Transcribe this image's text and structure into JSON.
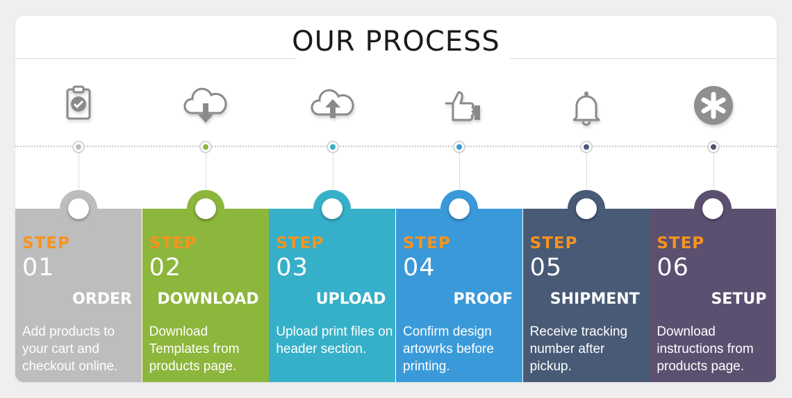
{
  "title": "OUR PROCESS",
  "steps": [
    {
      "step_label": "STEP",
      "number": "01",
      "name": "ORDER",
      "description": "Add products to your cart and checkout online.",
      "icon": "clipboard-check-icon",
      "color": "#bdbdbd"
    },
    {
      "step_label": "STEP",
      "number": "02",
      "name": "DOWNLOAD",
      "description": "Download Templates from products page.",
      "icon": "cloud-download-icon",
      "color": "#8cb63c"
    },
    {
      "step_label": "STEP",
      "number": "03",
      "name": "UPLOAD",
      "description": "Upload print files on header section.",
      "icon": "cloud-upload-icon",
      "color": "#36b0c9"
    },
    {
      "step_label": "STEP",
      "number": "04",
      "name": "PROOF",
      "description": "Confirm design artowrks before printing.",
      "icon": "thumbs-up-icon",
      "color": "#3a9ad9"
    },
    {
      "step_label": "STEP",
      "number": "05",
      "name": "SHIPMENT",
      "description": "Receive tracking number after pickup.",
      "icon": "bell-icon",
      "color": "#485a75"
    },
    {
      "step_label": "STEP",
      "number": "06",
      "name": "SETUP",
      "description": "Download instructions from products page.",
      "icon": "asterisk-icon",
      "color": "#5b5070"
    }
  ],
  "colors": {
    "step_accent": "#f7931e",
    "icon_gray": "#8a8a8a"
  }
}
